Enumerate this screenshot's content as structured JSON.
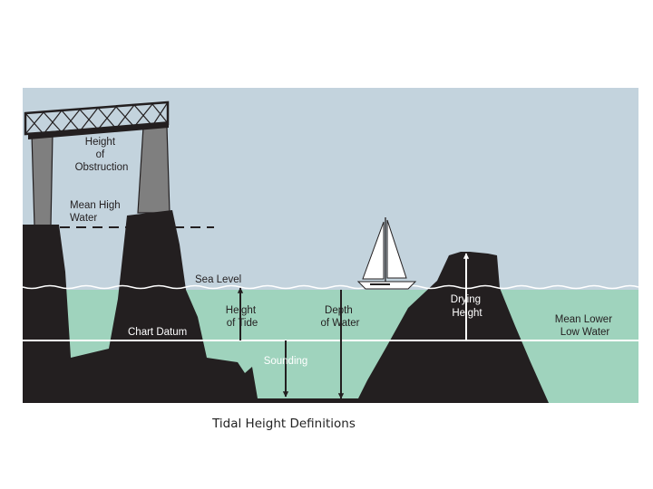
{
  "colors": {
    "sky": "#c3d3dd",
    "water": "#9fd3bd",
    "land": "#231f20",
    "pier": "#7f7f7f",
    "line": "#ffffff"
  },
  "icons": [
    "bridge-structure",
    "sailboat-icon"
  ],
  "labels": {
    "height_of_obstruction": [
      "Height",
      "of",
      "Obstruction"
    ],
    "mean_high_water": [
      "Mean High",
      "Water"
    ],
    "sea_level": "Sea Level",
    "height_of_tide": [
      "Height",
      "of Tide"
    ],
    "depth_of_water": [
      "Depth",
      "of Water"
    ],
    "drying_height": [
      "Drying",
      "Height"
    ],
    "chart_datum": "Chart Datum",
    "sounding": "Sounding",
    "mean_lower_low_water": [
      "Mean Lower",
      "Low Water"
    ]
  },
  "caption": "Tidal Height Definitions"
}
